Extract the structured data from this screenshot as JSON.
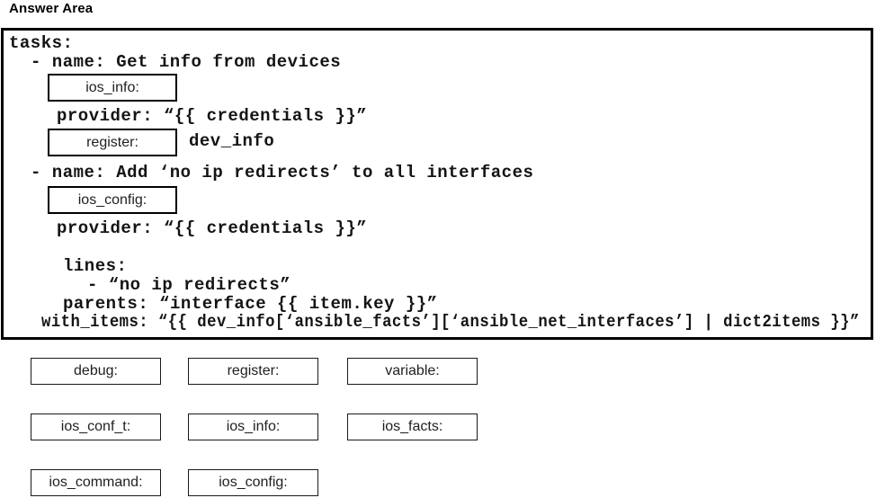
{
  "page_title": "Answer Area",
  "answer_area": {
    "code_lines": {
      "tasks": "tasks:",
      "task1_name": "- name: Get info from devices",
      "provider1": "provider: “{{ credentials }}”",
      "register_value": "dev_info",
      "task2_name": "- name: Add ‘no ip redirects’ to all interfaces",
      "provider2": "provider: “{{ credentials }}”",
      "lines_key": "lines:",
      "lines_item": "- “no ip redirects”",
      "parents": "parents: “interface {{ item.key }}”",
      "with_items": "with_items: “{{ dev_info[‘ansible_facts’][‘ansible_net_interfaces’] | dict2items }}”"
    },
    "slots": [
      {
        "label": "ios_info:"
      },
      {
        "label": "register:"
      },
      {
        "label": "ios_config:"
      }
    ]
  },
  "options": [
    {
      "label": "debug:"
    },
    {
      "label": "register:"
    },
    {
      "label": "variable:"
    },
    {
      "label": "ios_conf_t:"
    },
    {
      "label": "ios_info:"
    },
    {
      "label": "ios_facts:"
    },
    {
      "label": "ios_command:"
    },
    {
      "label": "ios_config:"
    }
  ],
  "colors": {
    "border": "#000000",
    "code_text": "#141414",
    "background": "#ffffff"
  }
}
